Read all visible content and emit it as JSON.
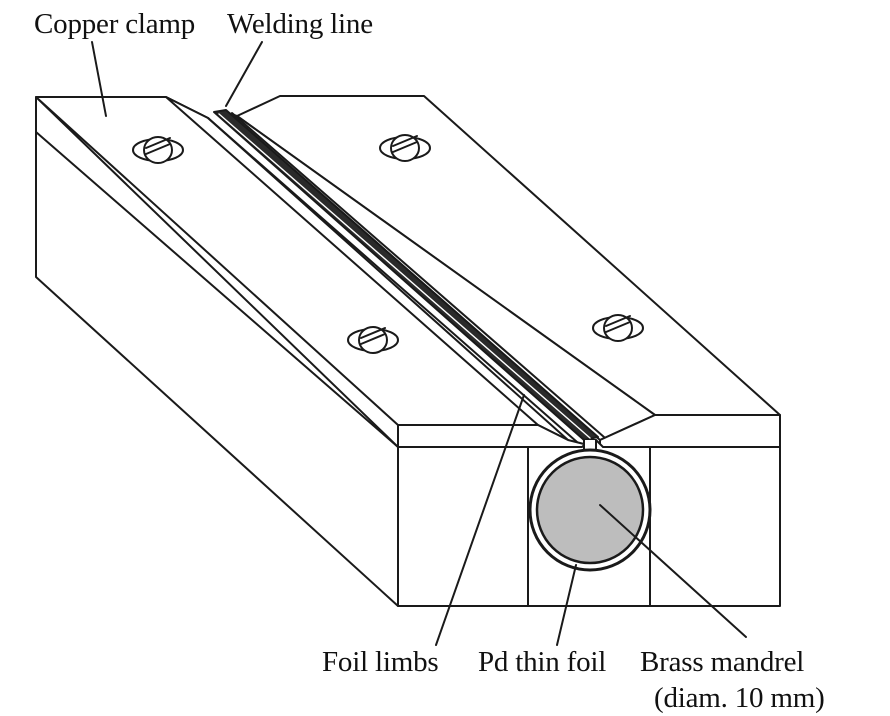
{
  "labels": {
    "copper_clamp": "Copper clamp",
    "welding_line": "Welding line",
    "foil_limbs": "Foil limbs",
    "pd_thin_foil": "Pd thin foil",
    "brass_mandrel": "Brass mandrel",
    "diameter": "(diam. 10 mm)"
  },
  "colors": {
    "stroke": "#1a1a1a",
    "mandrel_fill": "#bdbdbd",
    "background": "#ffffff"
  }
}
